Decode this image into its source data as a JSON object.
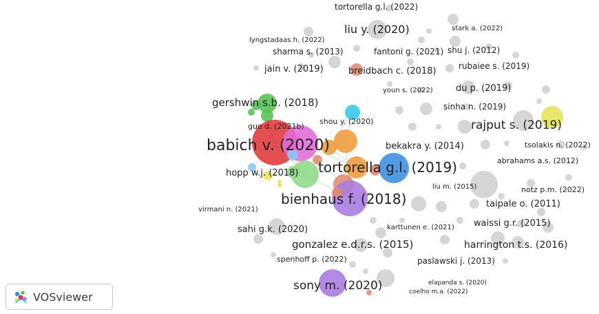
{
  "app": {
    "name": "VOSviewer"
  },
  "colors": {
    "grey": "#cfcfcf",
    "red": "#e0373a",
    "pink": "#e06bd6",
    "orange": "#f09a3a",
    "blue": "#3a8dde",
    "purple": "#a77ae0",
    "green": "#52c152",
    "lightgreen": "#8ed98a",
    "cyan": "#35c7e8",
    "yellow": "#e6e35a",
    "salmon": "#e38a73",
    "lightblue": "#8cc7f0",
    "link": "#b6e0d2"
  },
  "labels": [
    {
      "id": "tortorella-2022",
      "text": "tortorella g.l. (2022)"
    },
    {
      "id": "liu-2020",
      "text": "liu y. (2020)"
    },
    {
      "id": "stark-2022",
      "text": "stark a. (2022)"
    },
    {
      "id": "lyngstadaas-2022",
      "text": "lyngstadaas h. (2022)"
    },
    {
      "id": "sharma-2013",
      "text": "sharma s. (2013)"
    },
    {
      "id": "fantoni-2021",
      "text": "fantoni g. (2021)"
    },
    {
      "id": "shu-2012",
      "text": "shu j. (2012)"
    },
    {
      "id": "jain-2019",
      "text": "jain v. (2019)"
    },
    {
      "id": "breidbach-2018",
      "text": "breidbach c. (2018)"
    },
    {
      "id": "rubaiee-2019",
      "text": "rubaiee s. (2019)"
    },
    {
      "id": "youn-2022",
      "text": "youn s. (2022)"
    },
    {
      "id": "du-2019",
      "text": "du p. (2019)"
    },
    {
      "id": "gershwin-2018",
      "text": "gershwin s.b. (2018)"
    },
    {
      "id": "sinha-2019",
      "text": "sinha n. (2019)"
    },
    {
      "id": "shou-2020",
      "text": "shou y. (2020)"
    },
    {
      "id": "guo-2021b",
      "text": "guo d. (2021b)"
    },
    {
      "id": "rajput-2019",
      "text": "rajput s. (2019)"
    },
    {
      "id": "babich-2020",
      "text": "babich v. (2020)"
    },
    {
      "id": "bekakra-2014",
      "text": "bekakra y. (2014)"
    },
    {
      "id": "tsolakis-2022",
      "text": "tsolakis n. (2022)"
    },
    {
      "id": "abrahams-2012",
      "text": "abrahams a.s. (2012)"
    },
    {
      "id": "tortorella-2019",
      "text": "tortorella g.l. (2019)"
    },
    {
      "id": "hopp-2018",
      "text": "hopp w.j. (2018)"
    },
    {
      "id": "liu-m-2015",
      "text": "liu m. (2015)"
    },
    {
      "id": "notz-2022",
      "text": "notz p.m. (2022)"
    },
    {
      "id": "bienhaus-2018",
      "text": "bienhaus f. (2018)"
    },
    {
      "id": "taipale-2011",
      "text": "taipale o. (2011)"
    },
    {
      "id": "virmani-2021",
      "text": "virmani n. (2021)"
    },
    {
      "id": "waissi-2015",
      "text": "waissi g.r. (2015)"
    },
    {
      "id": "sahi-2020",
      "text": "sahi g.k. (2020)"
    },
    {
      "id": "karttunen-2021",
      "text": "karttunen e. (2021)"
    },
    {
      "id": "gonzalez-2015",
      "text": "gonzalez e.d.r.s. (2015)"
    },
    {
      "id": "harrington-2016",
      "text": "harrington t.s. (2016)"
    },
    {
      "id": "spenhoff-2022",
      "text": "spenhoff p. (2022)"
    },
    {
      "id": "paslawski-2013",
      "text": "paslawski j. (2013)"
    },
    {
      "id": "elapanda-2020",
      "text": "elapanda s. (2020)"
    },
    {
      "id": "sony-2020",
      "text": "sony m. (2020)"
    },
    {
      "id": "coelho-2022",
      "text": "coelho m.a. (2022)"
    }
  ]
}
